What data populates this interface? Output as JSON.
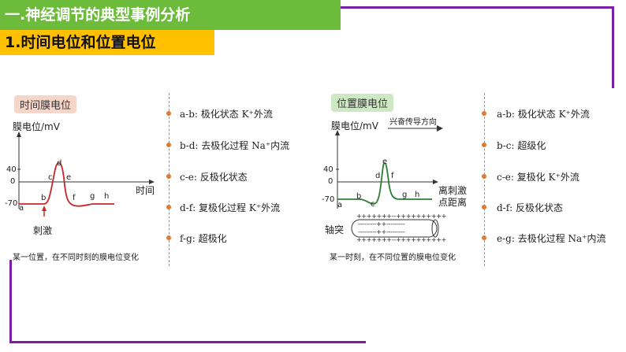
{
  "header": {
    "title": "一.神经调节的典型事例分析",
    "subtitle": "1.时间电位和位置电位"
  },
  "left_panel": {
    "tag": "时间膜电位",
    "y_axis_label": "膜电位/mV",
    "x_axis_label": "时间",
    "ticks": {
      "t40": "40",
      "t0": "0",
      "tm70": "-70"
    },
    "points": {
      "a": "a",
      "b": "b",
      "c": "c",
      "d": "d",
      "e": "e",
      "f": "f",
      "g": "g",
      "h": "h"
    },
    "stimulus": "刺激",
    "caption": "某一位置，在不同时刻的膜电位变化"
  },
  "left_list": [
    "a-b: 极化状态  K⁺外流",
    "b-d: 去极化过程  Na⁺内流",
    "c-e: 反极化状态",
    "d-f: 复极化过程  K⁺外流",
    "f-g: 超极化"
  ],
  "right_panel": {
    "tag": "位置膜电位",
    "y_axis_label": "膜电位/mV",
    "direction_label": "兴奋传导方向",
    "x_axis_label_1": "离刺激",
    "x_axis_label_2": "点距离",
    "ticks": {
      "t40": "40",
      "t0": "0",
      "tm70": "-70"
    },
    "points": {
      "a": "a",
      "b": "b",
      "c": "c",
      "d": "d",
      "e": "e",
      "f": "f",
      "g": "g",
      "h": "h"
    },
    "axon_label": "轴突",
    "axon_top": "+++++++--++++++++++",
    "axon_inner_top": "---------++---------",
    "axon_inner_bottom": "---------++---------",
    "axon_bottom": "+++++++--++++++++++",
    "caption": "某一时刻，在不同位置的膜电位变化"
  },
  "right_list": [
    "a-b: 极化状态 K⁺外流",
    "b-c: 超级化",
    "c-e: 复极化 K⁺外流",
    "d-f: 反极化状态",
    "e-g: 去极化过程   Na⁺内流"
  ],
  "colors": {
    "accent": "#7b1fa2",
    "title_bg": "#6dbb3b",
    "subtitle_bg": "#ffc000",
    "curve": "#c62828",
    "curve_right": "#2e7d32",
    "dot": "#e07a30"
  }
}
